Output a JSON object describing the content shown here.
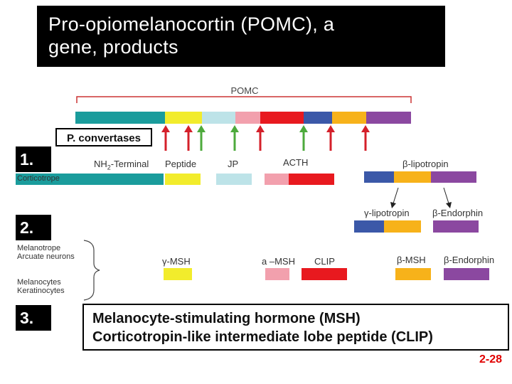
{
  "title": {
    "line1": "Pro-opiomelanocortin (POMC), a",
    "line2": "gene, products"
  },
  "colors": {
    "teal": "#1a9c9c",
    "yellow": "#f2ec2c",
    "lightblue": "#bde3e8",
    "pink": "#f2a0ad",
    "red": "#e8191f",
    "blue": "#3b58a8",
    "orange": "#f7b21a",
    "purple": "#8b48a0",
    "arrow_red": "#d4202a",
    "arrow_green": "#4daa3c"
  },
  "pomc_label": "POMC",
  "convertases_label": "P. convertases",
  "steps": {
    "s1": "1.",
    "s2": "2.",
    "s3": "3."
  },
  "cell_labels": {
    "corticotrope": "Corticotrope",
    "melanotrope": "Melanotrope",
    "arcuate": "Arcuate neurons",
    "melanocytes": "Melanocytes",
    "keratinocytes": "Keratinocytes"
  },
  "row1_labels": {
    "nh2_a": "NH",
    "nh2_sub": "2",
    "nh2_b": "-Terminal",
    "peptide": "Peptide",
    "jp": "JP",
    "acth": "ACTH",
    "beta_lipotropin": "β-lipotropin"
  },
  "row2_labels": {
    "gamma_lipotropin": "γ-lipotropin",
    "beta_endorphin": "β-Endorphin"
  },
  "row3_labels": {
    "gamma_msh": "γ-MSH",
    "alpha_msh": "a –MSH",
    "clip": "CLIP",
    "beta_msh": "β-MSH",
    "beta_endorphin": "β-Endorphin"
  },
  "definitions": {
    "line1": "Melanocyte-stimulating hormone (MSH)",
    "line2": "Corticotropin-like intermediate lobe peptide (CLIP)"
  },
  "page_number": "2-28"
}
